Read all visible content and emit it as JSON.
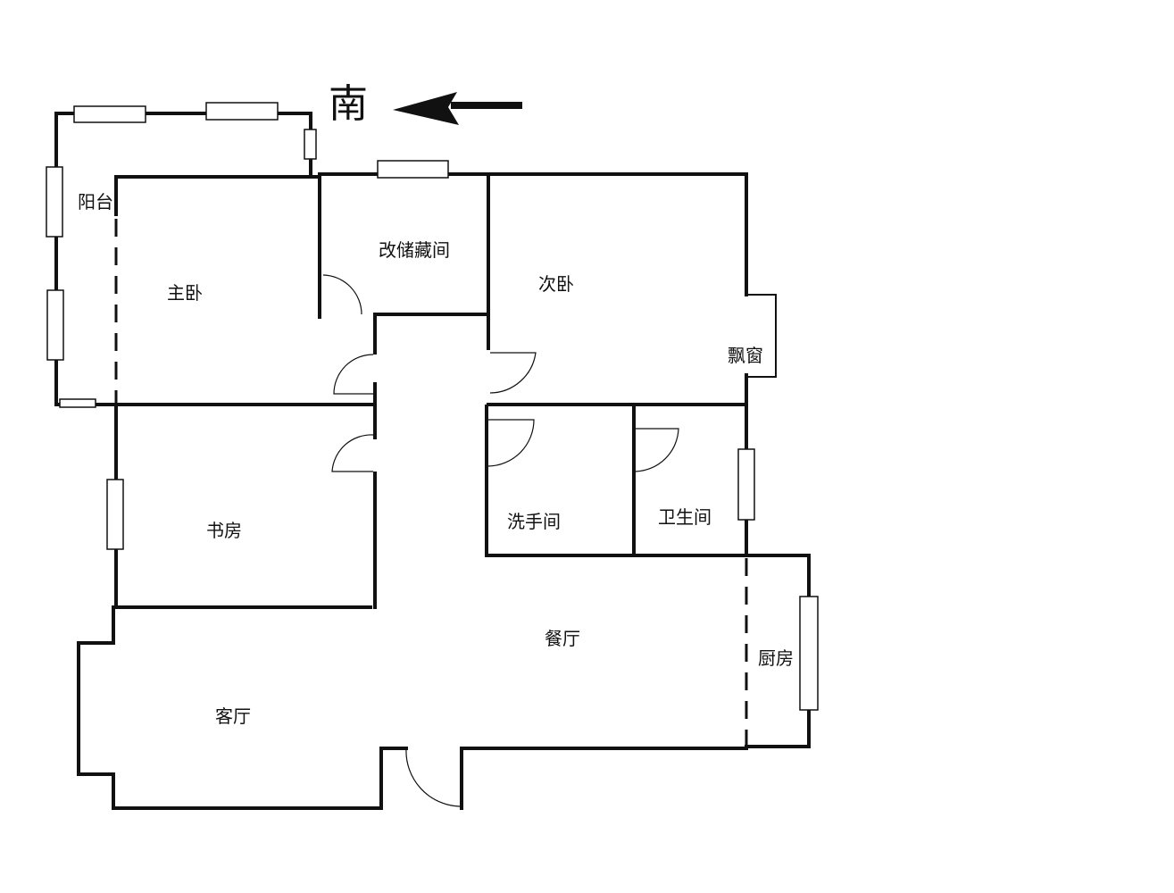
{
  "compass": {
    "label": "南",
    "direction": "arrow-left"
  },
  "rooms": {
    "balcony": "阳台",
    "master_bedroom": "主卧",
    "storage": "改储藏间",
    "second_bedroom": "次卧",
    "bay_window": "飘窗",
    "study": "书房",
    "washroom": "洗手间",
    "bathroom": "卫生间",
    "dining": "餐厅",
    "kitchen": "厨房",
    "living": "客厅"
  }
}
